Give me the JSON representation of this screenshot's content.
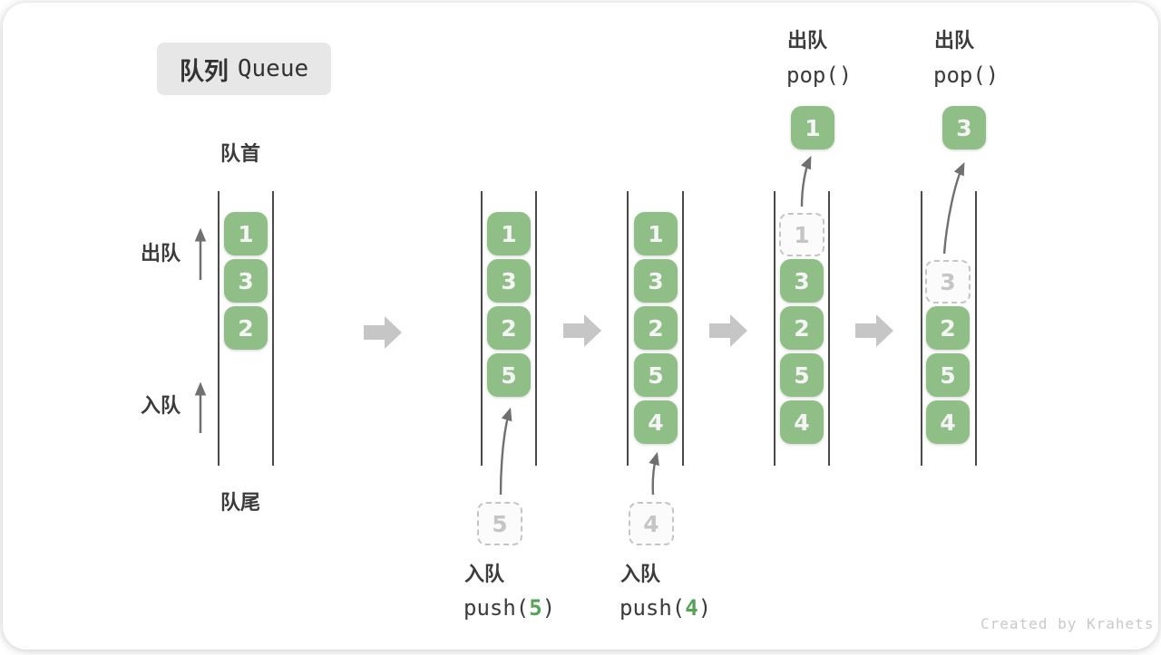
{
  "header": {
    "title_zh": "队列",
    "title_en": "Queue"
  },
  "labels": {
    "front": "队首",
    "rear": "队尾",
    "dequeue": "出队",
    "enqueue": "入队"
  },
  "watermark": "Created by Krahets",
  "colors": {
    "box_green": "#8FBE87",
    "box_text": "#F5F5F5",
    "accent_green": "#55A355",
    "dashed_gray": "#C5C5C5",
    "wall_gray": "#4A4A4A",
    "thin_arrow_gray": "#707070",
    "block_arrow_gray": "#C6C6C6",
    "text_dark": "#3B3B3B",
    "badge_bg": "#E7E7E7",
    "watermark_gray": "#C9C9C9"
  },
  "states": [
    {
      "name": "state-1-initial",
      "boxes": [
        "1",
        "3",
        "2"
      ]
    },
    {
      "name": "state-2-after-push-5",
      "boxes": [
        "1",
        "3",
        "2",
        "5"
      ],
      "pending": "5",
      "op": {
        "label_zh": "入队",
        "fn": "push(",
        "arg": "5",
        "close": ")"
      }
    },
    {
      "name": "state-3-after-push-4",
      "boxes": [
        "1",
        "3",
        "2",
        "5",
        "4"
      ],
      "pending": "4",
      "op": {
        "label_zh": "入队",
        "fn": "push(",
        "arg": "4",
        "close": ")"
      }
    },
    {
      "name": "state-4-after-pop-1",
      "boxes": [
        "3",
        "2",
        "5",
        "4"
      ],
      "removed": "1",
      "popped": "1",
      "op": {
        "label_zh": "出队",
        "fn": "pop()"
      }
    },
    {
      "name": "state-5-after-pop-3",
      "boxes": [
        "2",
        "5",
        "4"
      ],
      "removed": "3",
      "popped": "3",
      "op": {
        "label_zh": "出队",
        "fn": "pop()"
      }
    }
  ]
}
